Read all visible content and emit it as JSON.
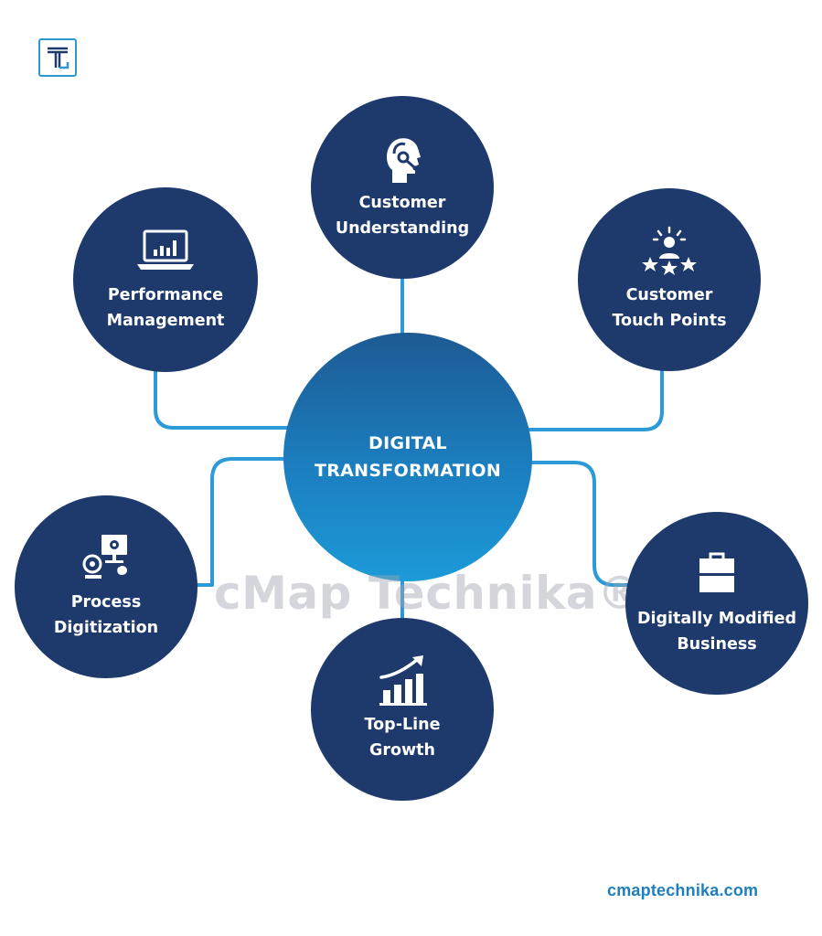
{
  "center": {
    "line1": "DIGITAL",
    "line2": "TRANSFORMATION"
  },
  "nodes": {
    "customer_understanding": {
      "line1": "Customer",
      "line2": "Understanding",
      "icon": "headset-head-icon"
    },
    "performance_management": {
      "line1": "Performance",
      "line2": "Management",
      "icon": "laptop-chart-icon"
    },
    "customer_touch_points": {
      "line1": "Customer",
      "line2": "Touch Points",
      "icon": "person-stars-icon"
    },
    "process_digitization": {
      "line1": "Process",
      "line2": "Digitization",
      "icon": "computer-gear-icon"
    },
    "digitally_modified_business": {
      "line1": "Digitally Modified",
      "line2": "Business",
      "icon": "briefcase-icon"
    },
    "top_line_growth": {
      "line1": "Top-Line",
      "line2": "Growth",
      "icon": "growth-chart-icon"
    }
  },
  "watermark": "cMap Technika®",
  "footer": {
    "website": "cmaptechnika.com"
  },
  "colors": {
    "node": "#1e3a6d",
    "connector": "#2d9ad8",
    "center_top": "#1d5a93",
    "center_bottom": "#1d9ad8",
    "brand": "#1e7fbf"
  }
}
